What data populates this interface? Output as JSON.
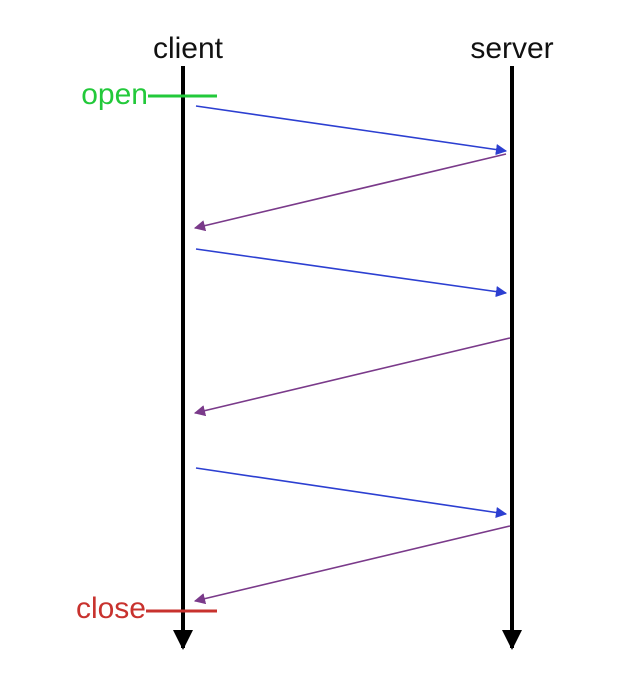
{
  "lifelines": {
    "client": {
      "label": "client"
    },
    "server": {
      "label": "server"
    }
  },
  "events": {
    "open": {
      "label": "open",
      "color": "#22c93a"
    },
    "close": {
      "label": "close",
      "color": "#c8322e"
    }
  },
  "colors": {
    "lifeline": "#000000",
    "request": "#2c3fd1",
    "response": "#7a3a8a"
  },
  "messages": [
    {
      "from": "client",
      "to": "server",
      "kind": "request"
    },
    {
      "from": "server",
      "to": "client",
      "kind": "response"
    },
    {
      "from": "client",
      "to": "server",
      "kind": "request"
    },
    {
      "from": "server",
      "to": "client",
      "kind": "response"
    },
    {
      "from": "client",
      "to": "server",
      "kind": "request"
    },
    {
      "from": "server",
      "to": "client",
      "kind": "response"
    }
  ]
}
